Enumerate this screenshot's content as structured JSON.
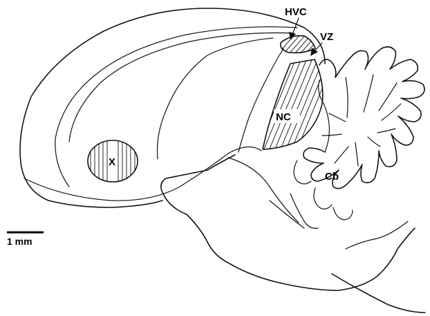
{
  "labels": {
    "hvc": "HVC",
    "vz": "VZ",
    "nc": "NC",
    "x": "X",
    "cb": "Cb"
  },
  "scale_bar": {
    "label": "1 mm"
  }
}
